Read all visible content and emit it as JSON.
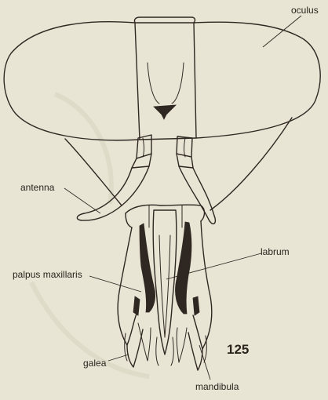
{
  "figure": {
    "number": "125",
    "labels": {
      "oculus": "oculus",
      "antenna": "antenna",
      "labrum": "labrum",
      "palpus_maxillaris": "palpus maxillaris",
      "galea": "galea",
      "mandibula": "mandibula"
    }
  },
  "colors": {
    "paper": "#e9e5d4",
    "ink": "#2f2822"
  }
}
